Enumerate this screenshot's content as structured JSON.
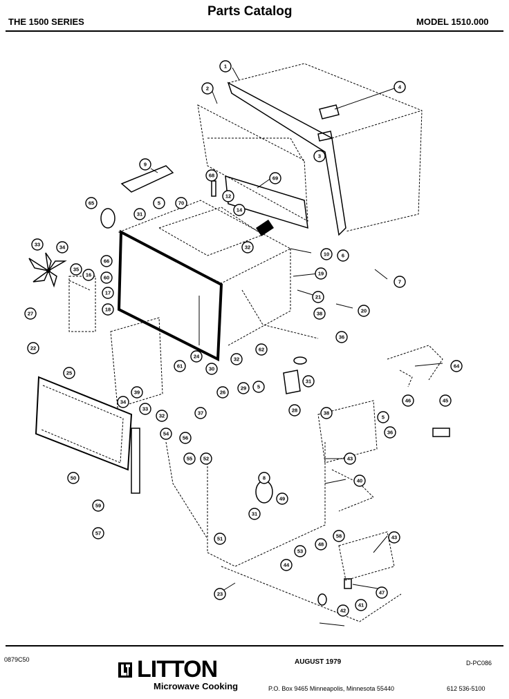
{
  "header": {
    "series": "THE 1500 SERIES",
    "title": "Parts Catalog",
    "model": "MODEL 1510.000"
  },
  "callouts": [
    "1",
    "2",
    "4",
    "3",
    "9",
    "68",
    "69",
    "12",
    "14",
    "65",
    "31",
    "5",
    "70",
    "32",
    "33",
    "34",
    "35",
    "16",
    "10",
    "6",
    "7",
    "66",
    "60",
    "17",
    "18",
    "19",
    "21",
    "20",
    "38",
    "36",
    "27",
    "62",
    "22",
    "25",
    "30",
    "32",
    "61",
    "24",
    "29",
    "26",
    "28",
    "31",
    "5",
    "34",
    "39",
    "33",
    "32",
    "37",
    "38",
    "5",
    "36",
    "43",
    "40",
    "54",
    "56",
    "55",
    "52",
    "8",
    "49",
    "31",
    "50",
    "59",
    "57",
    "51",
    "53",
    "58",
    "43",
    "48",
    "44",
    "64",
    "46",
    "45",
    "47",
    "41",
    "23",
    "42"
  ],
  "footer": {
    "code": "0879C50",
    "brand": "LITTON",
    "tagline": "Microwave Cooking",
    "date": "AUGUST 1979",
    "doc_no": "D-PC086",
    "address": "P.O. Box 9465   Minneapolis, Minnesota 55440",
    "phone": "612  536-5100"
  }
}
